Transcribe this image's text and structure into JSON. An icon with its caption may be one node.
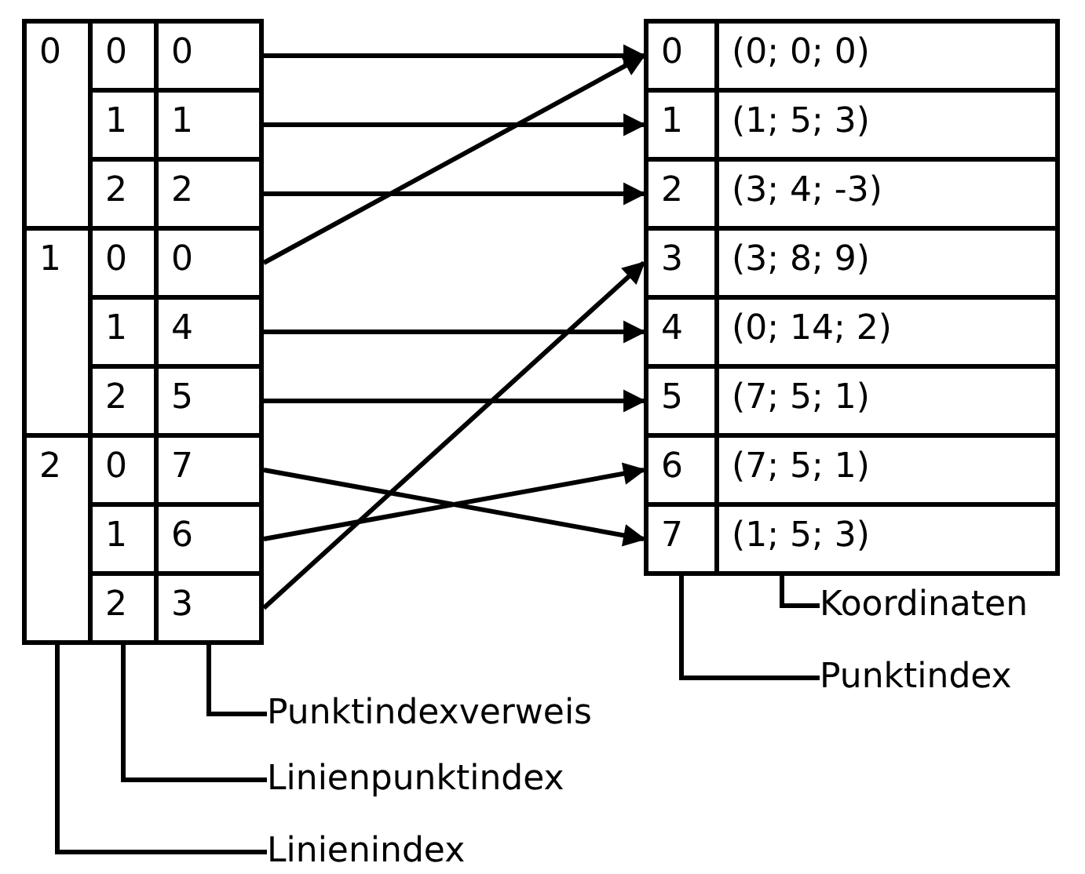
{
  "diagram": {
    "nodes": [
      {
        "text": [
          "0"
        ]
      },
      {
        "text": [
          "0"
        ]
      },
      {
        "text": [
          "0"
        ]
      },
      {
        "text": [
          "1"
        ]
      },
      {
        "text": [
          "1"
        ]
      },
      {
        "text": [
          "2"
        ]
      },
      {
        "text": [
          "2"
        ]
      },
      {
        "text": [
          "1"
        ]
      },
      {
        "text": [
          "0"
        ]
      },
      {
        "text": [
          "0"
        ]
      },
      {
        "text": [
          "1"
        ]
      },
      {
        "text": [
          "4"
        ]
      },
      {
        "text": [
          "2"
        ]
      },
      {
        "text": [
          "5"
        ]
      },
      {
        "text": [
          "2"
        ]
      },
      {
        "text": [
          "0"
        ]
      },
      {
        "text": [
          "7"
        ]
      },
      {
        "text": [
          "1"
        ]
      },
      {
        "text": [
          "6"
        ]
      },
      {
        "text": [
          "2"
        ]
      },
      {
        "text": [
          "3"
        ]
      },
      {
        "text": [
          "0"
        ]
      },
      {
        "text": [
          "(0; 0; 0)"
        ]
      },
      {
        "text": [
          "1"
        ]
      },
      {
        "text": [
          "(1; 5; 3)"
        ]
      },
      {
        "text": [
          "2"
        ]
      },
      {
        "text": [
          "(3; 4; -3)"
        ]
      },
      {
        "text": [
          "3"
        ]
      },
      {
        "text": [
          "(3; 8; 9)"
        ]
      },
      {
        "text": [
          "4"
        ]
      },
      {
        "text": [
          "(0; 14; 2)"
        ]
      },
      {
        "text": [
          "5"
        ]
      },
      {
        "text": [
          "(7; 5; 1)"
        ]
      },
      {
        "text": [
          "6"
        ]
      },
      {
        "text": [
          "(7; 5; 1)"
        ]
      },
      {
        "text": [
          "7"
        ]
      },
      {
        "text": [
          "(1; 5; 3)"
        ]
      },
      {
        "text": [
          "Koordinaten"
        ]
      },
      {
        "text": [
          "Punktindex"
        ]
      },
      {
        "text": [
          "Punktindexverweis"
        ]
      },
      {
        "text": [
          "Linienpunktindex"
        ]
      },
      {
        "text": [
          "Linienindex"
        ]
      }
    ],
    "edges": [
      {
        "from": 2,
        "to": 21,
        "arrow": "to"
      },
      {
        "from": 4,
        "to": 23,
        "arrow": "to"
      },
      {
        "from": 6,
        "to": 25,
        "arrow": "to"
      },
      {
        "from": 9,
        "to": 21,
        "arrow": "to"
      },
      {
        "from": 11,
        "to": 29,
        "arrow": "to"
      },
      {
        "from": 13,
        "to": 31,
        "arrow": "to"
      },
      {
        "from": 16,
        "to": 35,
        "arrow": "to"
      },
      {
        "from": 18,
        "to": 33,
        "arrow": "to"
      },
      {
        "from": 20,
        "to": 27,
        "arrow": "to"
      },
      {
        "from": 37,
        "to": 36,
        "arrow": "none"
      },
      {
        "from": 38,
        "to": 35,
        "arrow": "none"
      },
      {
        "from": 39,
        "to": 20,
        "arrow": "none"
      },
      {
        "from": 40,
        "to": 19,
        "arrow": "none"
      },
      {
        "from": 41,
        "to": 14,
        "arrow": "none"
      }
    ]
  }
}
